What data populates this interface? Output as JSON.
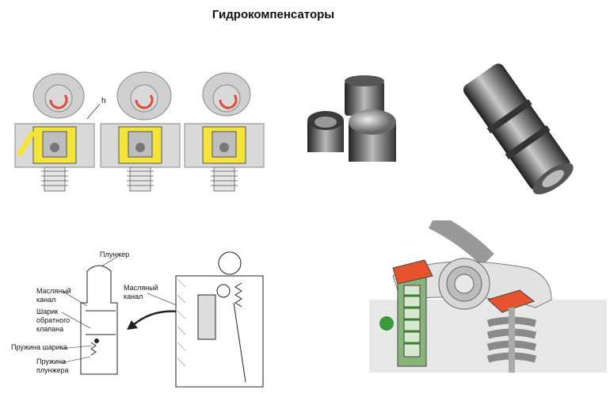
{
  "title": "Гидрокомпенсаторы",
  "panel1": {
    "gap_label": "h"
  },
  "panel5": {
    "labels": {
      "plunger": "Плунжер",
      "oil_channel_left": "Масляный канал",
      "check_valve_ball": "Шарик обратного клапана",
      "ball_spring": "Пружина шарика",
      "plunger_spring": "Пружина плунжера",
      "oil_channel_right": "Масляный канал"
    }
  }
}
